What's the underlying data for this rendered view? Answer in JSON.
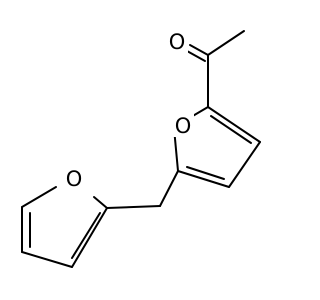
{
  "molecule": {
    "atoms": {
      "oxygen_carbonyl": "O",
      "oxygen_ring_right": "O",
      "oxygen_ring_left": "O"
    }
  },
  "colors": {
    "bond": "#000000",
    "background": "#ffffff"
  }
}
